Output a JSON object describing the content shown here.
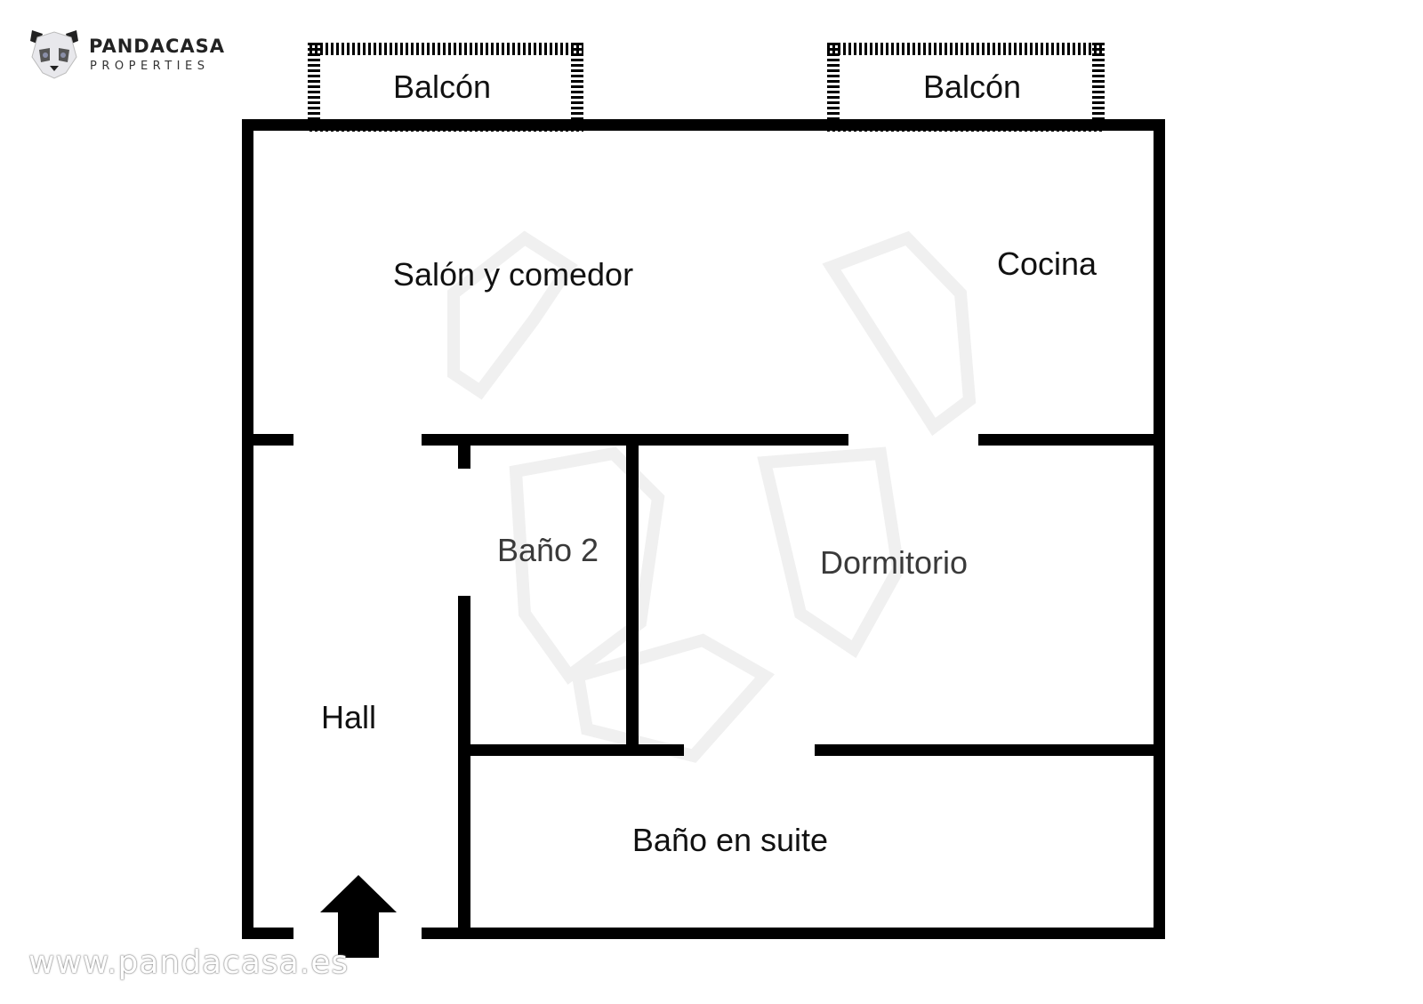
{
  "brand": {
    "name": "PANDACASA",
    "subtitle": "PROPERTIES",
    "icon": "panda-head-icon"
  },
  "rooms": {
    "balcony_left": "Balcón",
    "balcony_right": "Balcón",
    "living_dining": "Salón y comedor",
    "kitchen": "Cocina",
    "bathroom_2": "Baño 2",
    "bedroom": "Dormitorio",
    "hall": "Hall",
    "ensuite_bathroom": "Baño en suite"
  },
  "entrance": {
    "icon": "entrance-arrow-icon"
  },
  "watermark": {
    "website": "www.pandacasa.es",
    "icon": "panda-watermark-icon"
  },
  "colors": {
    "walls": "#000000",
    "background": "#ffffff",
    "watermark": "#f2f2f2"
  }
}
